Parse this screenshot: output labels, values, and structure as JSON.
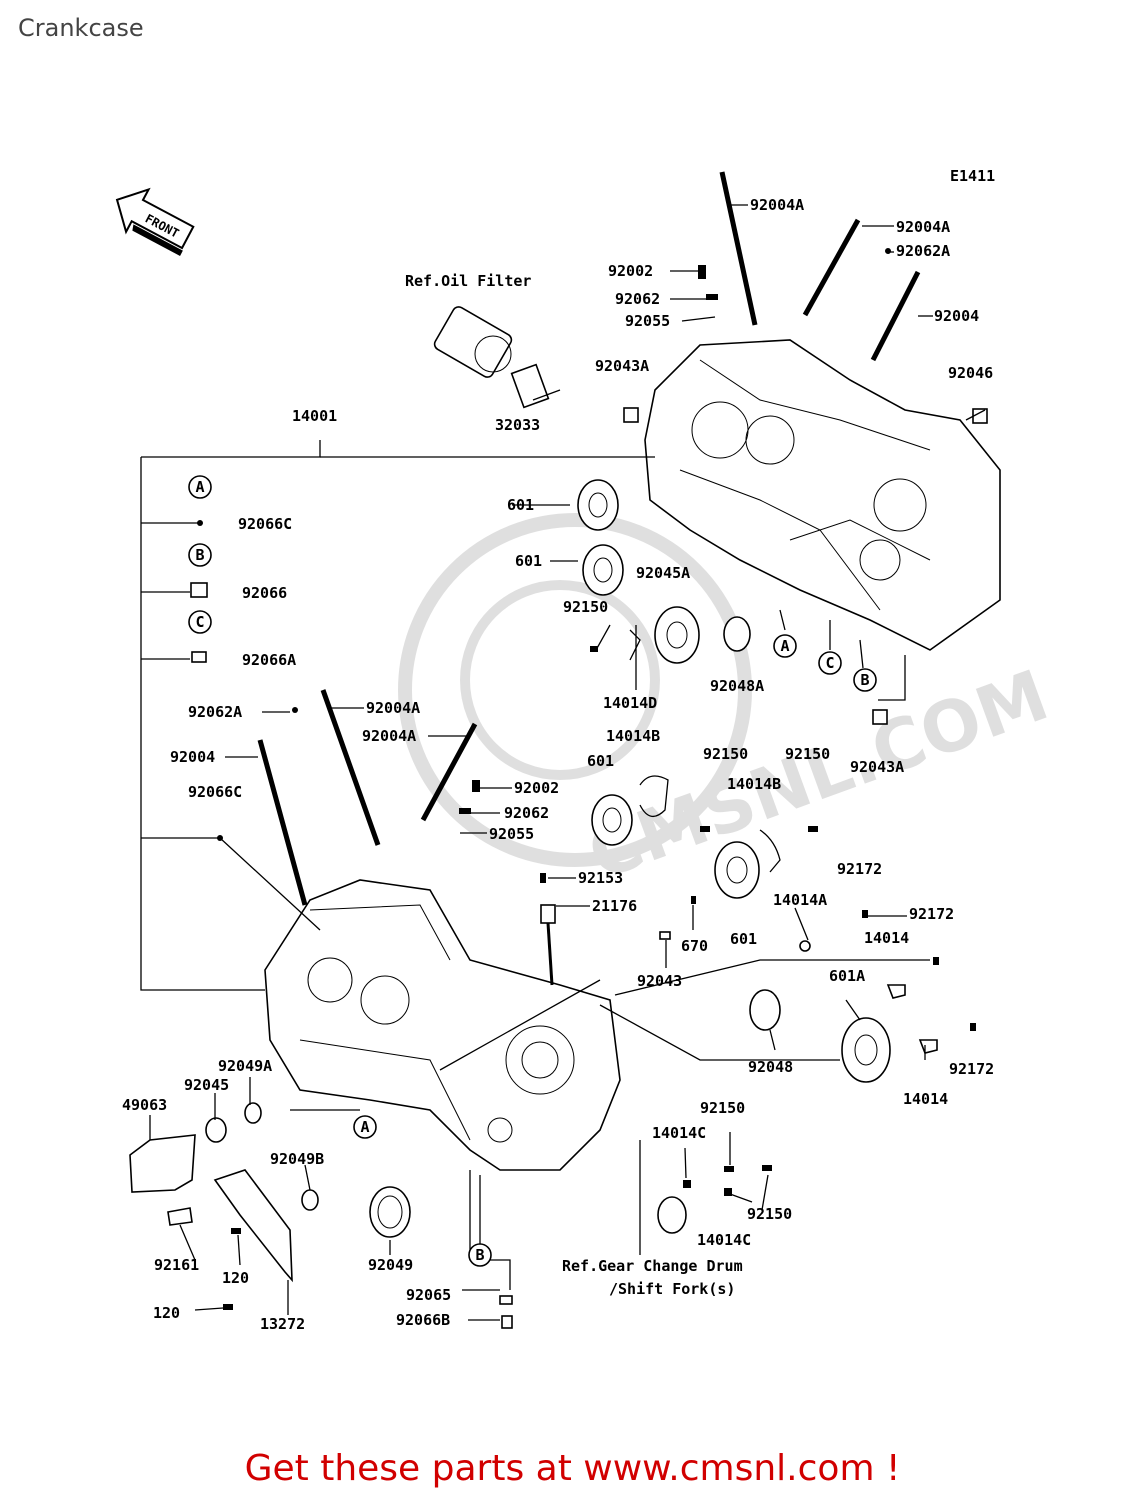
{
  "page": {
    "title": "Crankcase",
    "footer_link": "Get these parts at www.cmsnl.com !"
  },
  "diagram": {
    "code": "E1411",
    "front_marker": "FRONT",
    "watermark": "CMSNL.COM",
    "labels": [
      {
        "id": "l01",
        "text": "92004A"
      },
      {
        "id": "l02",
        "text": "92004A"
      },
      {
        "id": "l03",
        "text": "92062A"
      },
      {
        "id": "l04",
        "text": "92004"
      },
      {
        "id": "l05",
        "text": "92046"
      },
      {
        "id": "l06",
        "text": "92002"
      },
      {
        "id": "l07",
        "text": "92062"
      },
      {
        "id": "l08",
        "text": "92055"
      },
      {
        "id": "l09",
        "text": "Ref.Oil Filter"
      },
      {
        "id": "l10",
        "text": "92043A"
      },
      {
        "id": "l11",
        "text": "32033"
      },
      {
        "id": "l12",
        "text": "14001"
      },
      {
        "id": "l13",
        "text": "92066C"
      },
      {
        "id": "l14",
        "text": "92066"
      },
      {
        "id": "l15",
        "text": "92066A"
      },
      {
        "id": "l16",
        "text": "601"
      },
      {
        "id": "l17",
        "text": "601"
      },
      {
        "id": "l18",
        "text": "92045A"
      },
      {
        "id": "l19",
        "text": "92150"
      },
      {
        "id": "l20",
        "text": "92048A"
      },
      {
        "id": "l21",
        "text": "14014D"
      },
      {
        "id": "l22",
        "text": "92043A"
      },
      {
        "id": "l23",
        "text": "92062A"
      },
      {
        "id": "l24",
        "text": "92004A"
      },
      {
        "id": "l25",
        "text": "92004A"
      },
      {
        "id": "l26",
        "text": "92004"
      },
      {
        "id": "l27",
        "text": "92066C"
      },
      {
        "id": "l28",
        "text": "92002"
      },
      {
        "id": "l29",
        "text": "92062"
      },
      {
        "id": "l30",
        "text": "92055"
      },
      {
        "id": "l31",
        "text": "14014B"
      },
      {
        "id": "l32",
        "text": "601"
      },
      {
        "id": "l33",
        "text": "92150"
      },
      {
        "id": "l34",
        "text": "14014B"
      },
      {
        "id": "l35",
        "text": "92150"
      },
      {
        "id": "l36",
        "text": "92153"
      },
      {
        "id": "l37",
        "text": "21176"
      },
      {
        "id": "l38",
        "text": "670"
      },
      {
        "id": "l39",
        "text": "601"
      },
      {
        "id": "l40",
        "text": "92172"
      },
      {
        "id": "l41",
        "text": "14014A"
      },
      {
        "id": "l42",
        "text": "92172"
      },
      {
        "id": "l43",
        "text": "14014"
      },
      {
        "id": "l44",
        "text": "92043"
      },
      {
        "id": "l45",
        "text": "601A"
      },
      {
        "id": "l46",
        "text": "92048"
      },
      {
        "id": "l47",
        "text": "92172"
      },
      {
        "id": "l48",
        "text": "14014"
      },
      {
        "id": "l49",
        "text": "92049A"
      },
      {
        "id": "l50",
        "text": "92045"
      },
      {
        "id": "l51",
        "text": "49063"
      },
      {
        "id": "l52",
        "text": "92150"
      },
      {
        "id": "l53",
        "text": "14014C"
      },
      {
        "id": "l54",
        "text": "92049B"
      },
      {
        "id": "l55",
        "text": "92150"
      },
      {
        "id": "l56",
        "text": "14014C"
      },
      {
        "id": "l57",
        "text": "92161"
      },
      {
        "id": "l58",
        "text": "120"
      },
      {
        "id": "l59",
        "text": "92049"
      },
      {
        "id": "l60",
        "text": "Ref.Gear Change Drum"
      },
      {
        "id": "l61",
        "text": "/Shift Fork(s)"
      },
      {
        "id": "l62",
        "text": "120"
      },
      {
        "id": "l63",
        "text": "13272"
      },
      {
        "id": "l64",
        "text": "92065"
      },
      {
        "id": "l65",
        "text": "92066B"
      }
    ],
    "callouts": [
      {
        "id": "cA1",
        "text": "A"
      },
      {
        "id": "cB1",
        "text": "B"
      },
      {
        "id": "cC1",
        "text": "C"
      },
      {
        "id": "cA2",
        "text": "A"
      },
      {
        "id": "cC2",
        "text": "C"
      },
      {
        "id": "cB2",
        "text": "B"
      },
      {
        "id": "cA3",
        "text": "A"
      },
      {
        "id": "cB3",
        "text": "B"
      }
    ]
  }
}
